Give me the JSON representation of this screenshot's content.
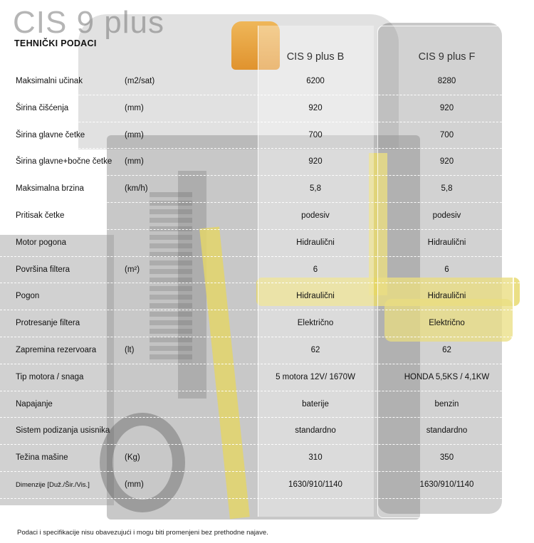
{
  "title": "CIS 9 plus",
  "subtitle": "TEHNIČKI PODACI",
  "columns": {
    "b": "CIS 9 plus B",
    "f": "CIS 9 plus F"
  },
  "rows": [
    {
      "label": "Maksimalni učinak",
      "unit": "(m2/sat)",
      "b": "6200",
      "f": "8280"
    },
    {
      "label": "Širina čišćenja",
      "unit": "(mm)",
      "b": "920",
      "f": "920"
    },
    {
      "label": "Širina glavne četke",
      "unit": "(mm)",
      "b": "700",
      "f": "700"
    },
    {
      "label": "Širina glavne+bočne četke",
      "unit": "(mm)",
      "b": "920",
      "f": "920"
    },
    {
      "label": "Maksimalna brzina",
      "unit": "(km/h)",
      "b": "5,8",
      "f": "5,8"
    },
    {
      "label": "Pritisak četke",
      "unit": "",
      "b": "podesiv",
      "f": "podesiv"
    },
    {
      "label": "Motor pogona",
      "unit": "",
      "b": "Hidraulični",
      "f": "Hidraulični"
    },
    {
      "label": "Površina filtera",
      "unit": "(m²)",
      "b": "6",
      "f": "6"
    },
    {
      "label": "Pogon",
      "unit": "",
      "b": "Hidraulični",
      "f": "Hidraulični"
    },
    {
      "label": "Protresanje filtera",
      "unit": "",
      "b": "Električno",
      "f": "Električno"
    },
    {
      "label": "Zapremina rezervoara",
      "unit": "(lt)",
      "b": "62",
      "f": "62"
    },
    {
      "label": "Tip motora / snaga",
      "unit": "",
      "b": "5 motora 12V/ 1670W",
      "f": "HONDA 5,5KS / 4,1KW"
    },
    {
      "label": "Napajanje",
      "unit": "",
      "b": "baterije",
      "f": "benzin"
    },
    {
      "label": "Sistem podizanja usisnika",
      "unit": "",
      "b": "standardno",
      "f": "standardno"
    },
    {
      "label": "Težina mašine",
      "unit": "(Kg)",
      "b": "310",
      "f": "350"
    },
    {
      "label": "Dimenzije [Duž./Šir./Vis.]",
      "unit": "(mm)",
      "b": "1630/910/1140",
      "f": "1630/910/1140"
    }
  ],
  "footnote": "Podaci i specifikacije nisu obavezujući i mogu biti promenjeni bez prethodne najave."
}
